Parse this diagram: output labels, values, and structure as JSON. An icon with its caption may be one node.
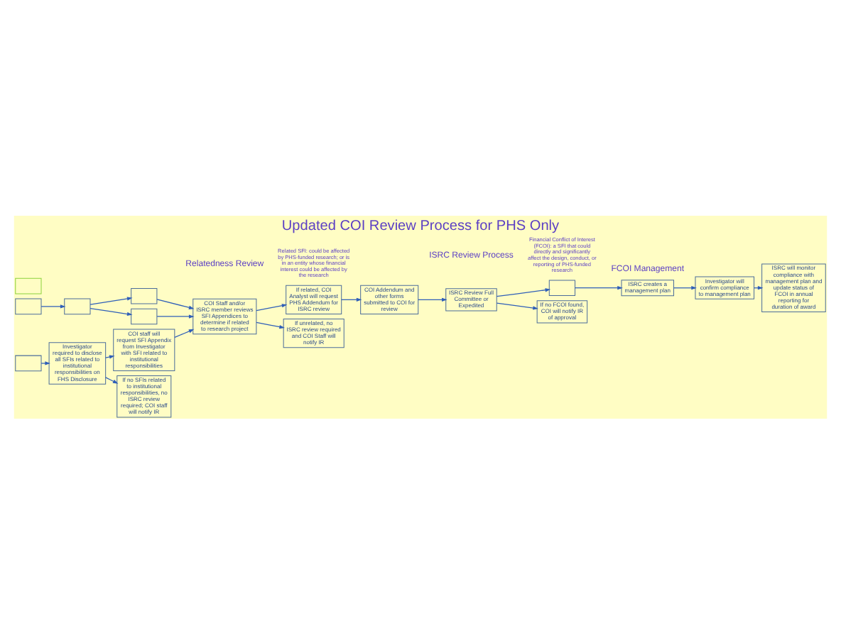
{
  "diagram": {
    "title": "Updated COI Review Process for PHS Only",
    "nodes": [
      {
        "text": [],
        "shape": "box"
      },
      {
        "text": [],
        "shape": "box"
      },
      {
        "text": [],
        "shape": "box"
      },
      {
        "text": [],
        "shape": "box"
      },
      {
        "text": [],
        "shape": "box"
      },
      {
        "text": [],
        "shape": "box"
      },
      {
        "text": [
          "Investigator required to disclose all SFIs related to institutional responsibilities on FHS Disclosure"
        ]
      },
      {
        "text": [
          "COI staff will request SFI Appendix from Investigator with SFI related to institutional responsibilities"
        ]
      },
      {
        "text": [
          "If no SFIs related to institutional responsibilities, no ISRC review required; COI staff will notify IR"
        ]
      },
      {
        "text": [
          "COI Staff and/or ISRC member reviews SFI Appendices to determine if related to research project"
        ]
      },
      {
        "text": [
          "If related, COI Analyst will request PHS Addendum for ISRC review"
        ]
      },
      {
        "text": [
          "If unrelated, no ISRC review required and COI Staff will notify IR"
        ]
      },
      {
        "text": [
          "COI Addendum and other forms submitted to COI for review"
        ]
      },
      {
        "text": [
          "ISRC Review Full Committee or Expedited"
        ]
      },
      {
        "text": [],
        "shape": "box"
      },
      {
        "text": [
          "If no FCOI found, COI will notify IR of approval"
        ]
      },
      {
        "text": [
          "ISRC creates a management plan"
        ]
      },
      {
        "text": [
          "Investigator will confirm compliance to management plan"
        ]
      },
      {
        "text": [
          "ISRC will monitor compliance with management plan and update status of FCOI in annual reporting for duration of award"
        ]
      }
    ],
    "edges": [
      {
        "from": 0,
        "to": 1,
        "arrow": "to"
      },
      {
        "from": 1,
        "to": 2,
        "arrow": "to"
      },
      {
        "from": 1,
        "to": 3,
        "arrow": "to"
      },
      {
        "from": 2,
        "to": 9,
        "arrow": "to"
      },
      {
        "from": 3,
        "to": 9,
        "arrow": "to"
      },
      {
        "from": 5,
        "to": 6,
        "arrow": "to"
      },
      {
        "from": 6,
        "to": 7,
        "arrow": "to"
      },
      {
        "from": 6,
        "to": 8,
        "arrow": "to"
      },
      {
        "from": 7,
        "to": 9,
        "arrow": "to"
      },
      {
        "from": 9,
        "to": 10,
        "arrow": "to"
      },
      {
        "from": 9,
        "to": 11,
        "arrow": "to"
      },
      {
        "from": 10,
        "to": 12,
        "arrow": "to"
      },
      {
        "from": 12,
        "to": 13,
        "arrow": "to"
      },
      {
        "from": 13,
        "to": 14,
        "arrow": "to"
      },
      {
        "from": 13,
        "to": 15,
        "arrow": "to"
      },
      {
        "from": 14,
        "to": 16,
        "arrow": "to"
      },
      {
        "from": 16,
        "to": 17,
        "arrow": "to"
      },
      {
        "from": 17,
        "to": 18,
        "arrow": "to"
      }
    ],
    "labels": [
      "Relatedness Review",
      "Related SFI: could be affected by PHS-funded research; or is in an entity whose financial interest could be affected by the research",
      "ISRC Review Process",
      "Financial Conflict of Interest (FCOI): a SFI that could directly and significantly affect the design, conduct, or reporting of PHS-funded research",
      "FCOI Management"
    ]
  }
}
